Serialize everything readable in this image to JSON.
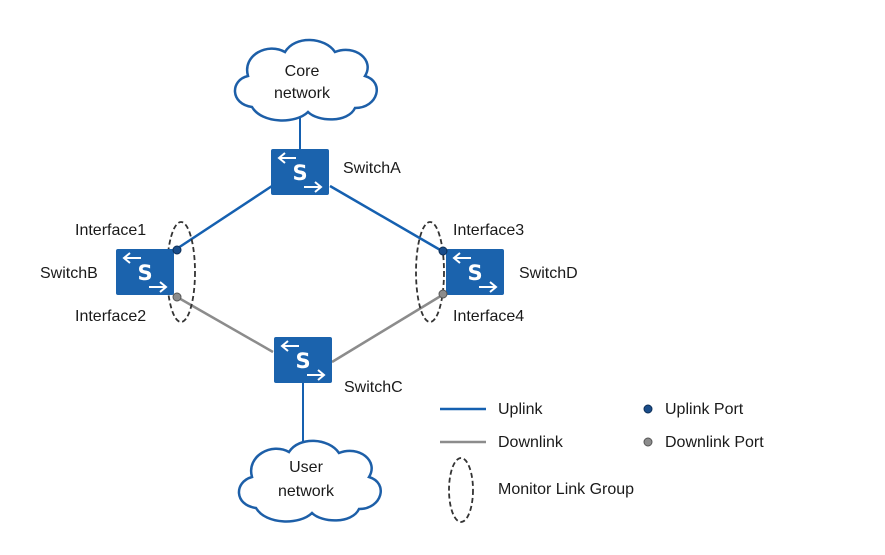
{
  "colors": {
    "uplink": "#1560b0",
    "downlink": "#8c8c8c",
    "switch_fill": "#1b63ad",
    "uplink_port": "#1a4d8a",
    "downlink_port": "#8c8c8c",
    "group_outline": "#333333"
  },
  "clouds": {
    "core": {
      "line1": "Core",
      "line2": "network"
    },
    "user": {
      "line1": "User",
      "line2": "network"
    }
  },
  "switches": {
    "a": {
      "glyph": "S",
      "name": "SwitchA"
    },
    "b": {
      "glyph": "S",
      "name": "SwitchB"
    },
    "c": {
      "glyph": "S",
      "name": "SwitchC"
    },
    "d": {
      "glyph": "S",
      "name": "SwitchD"
    }
  },
  "interfaces": {
    "i1": "Interface1",
    "i2": "Interface2",
    "i3": "Interface3",
    "i4": "Interface4"
  },
  "legend": {
    "uplink": "Uplink",
    "downlink": "Downlink",
    "uplink_port": "Uplink Port",
    "downlink_port": "Downlink Port",
    "monitor_group": "Monitor Link Group"
  }
}
